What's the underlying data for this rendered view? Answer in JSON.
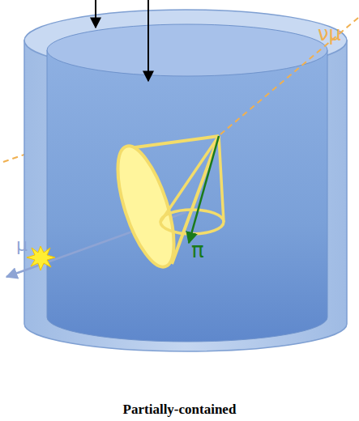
{
  "diagram": {
    "caption": "Partially-contained",
    "labels": [
      "νμ",
      "μ",
      "π"
    ]
  }
}
